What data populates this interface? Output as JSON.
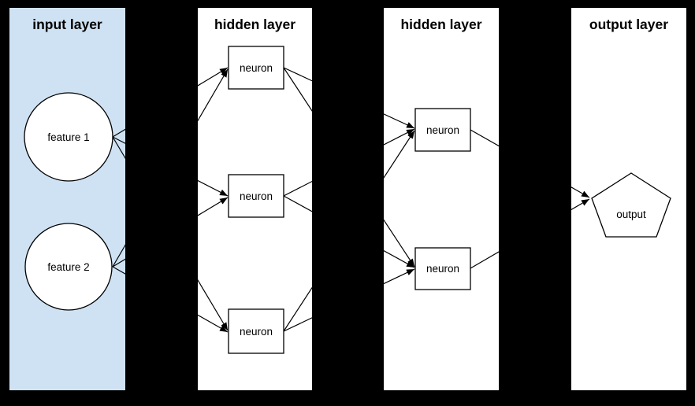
{
  "background_color": "#000000",
  "colors": {
    "input_panel_fill": "#cfe2f3",
    "panel_fill": "#ffffff",
    "node_fill": "#ffffff",
    "stroke": "#000000"
  },
  "diagram": {
    "type": "neural-network",
    "panels": [
      {
        "id": "input-layer",
        "title": "input layer",
        "fill": "#cfe2f3"
      },
      {
        "id": "hidden-layer-1",
        "title": "hidden layer",
        "fill": "#ffffff"
      },
      {
        "id": "hidden-layer-2",
        "title": "hidden layer",
        "fill": "#ffffff"
      },
      {
        "id": "output-layer",
        "title": "output layer",
        "fill": "#ffffff"
      }
    ],
    "nodes": [
      {
        "id": "feature1",
        "label": "feature 1",
        "shape": "circle",
        "layer": 0
      },
      {
        "id": "feature2",
        "label": "feature 2",
        "shape": "circle",
        "layer": 0
      },
      {
        "id": "h1n1",
        "label": "neuron",
        "shape": "rect",
        "layer": 1
      },
      {
        "id": "h1n2",
        "label": "neuron",
        "shape": "rect",
        "layer": 1
      },
      {
        "id": "h1n3",
        "label": "neuron",
        "shape": "rect",
        "layer": 1
      },
      {
        "id": "h2n1",
        "label": "neuron",
        "shape": "rect",
        "layer": 2
      },
      {
        "id": "h2n2",
        "label": "neuron",
        "shape": "rect",
        "layer": 2
      },
      {
        "id": "output",
        "label": "output",
        "shape": "pentagon",
        "layer": 3
      }
    ],
    "edges": [
      {
        "from": "feature1",
        "to": "h1n1"
      },
      {
        "from": "feature1",
        "to": "h1n2"
      },
      {
        "from": "feature1",
        "to": "h1n3"
      },
      {
        "from": "feature2",
        "to": "h1n1"
      },
      {
        "from": "feature2",
        "to": "h1n2"
      },
      {
        "from": "feature2",
        "to": "h1n3"
      },
      {
        "from": "h1n1",
        "to": "h2n1"
      },
      {
        "from": "h1n1",
        "to": "h2n2"
      },
      {
        "from": "h1n2",
        "to": "h2n1"
      },
      {
        "from": "h1n2",
        "to": "h2n2"
      },
      {
        "from": "h1n3",
        "to": "h2n1"
      },
      {
        "from": "h1n3",
        "to": "h2n2"
      },
      {
        "from": "h2n1",
        "to": "output"
      },
      {
        "from": "h2n2",
        "to": "output"
      }
    ]
  }
}
